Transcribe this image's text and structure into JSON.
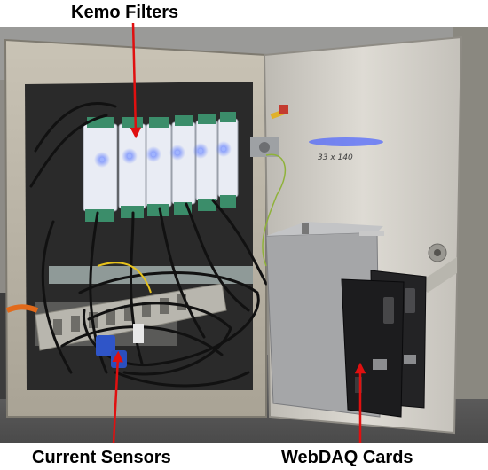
{
  "labels": {
    "kemo_filters": "Kemo Filters",
    "current_sensors": "Current Sensors",
    "webdaq_cards": "WebDAQ Cards"
  },
  "handwriting": {
    "door_note": "33 x 140"
  },
  "colors": {
    "arrow": "#e01010",
    "label_text": "#000000",
    "cabinet_body": "#c8c2b4",
    "door_panel": "#d9d6cf",
    "led_blue": "#3a5bff",
    "daq_card": "#1c1c1e",
    "bracket_metal": "#a9aaac"
  }
}
